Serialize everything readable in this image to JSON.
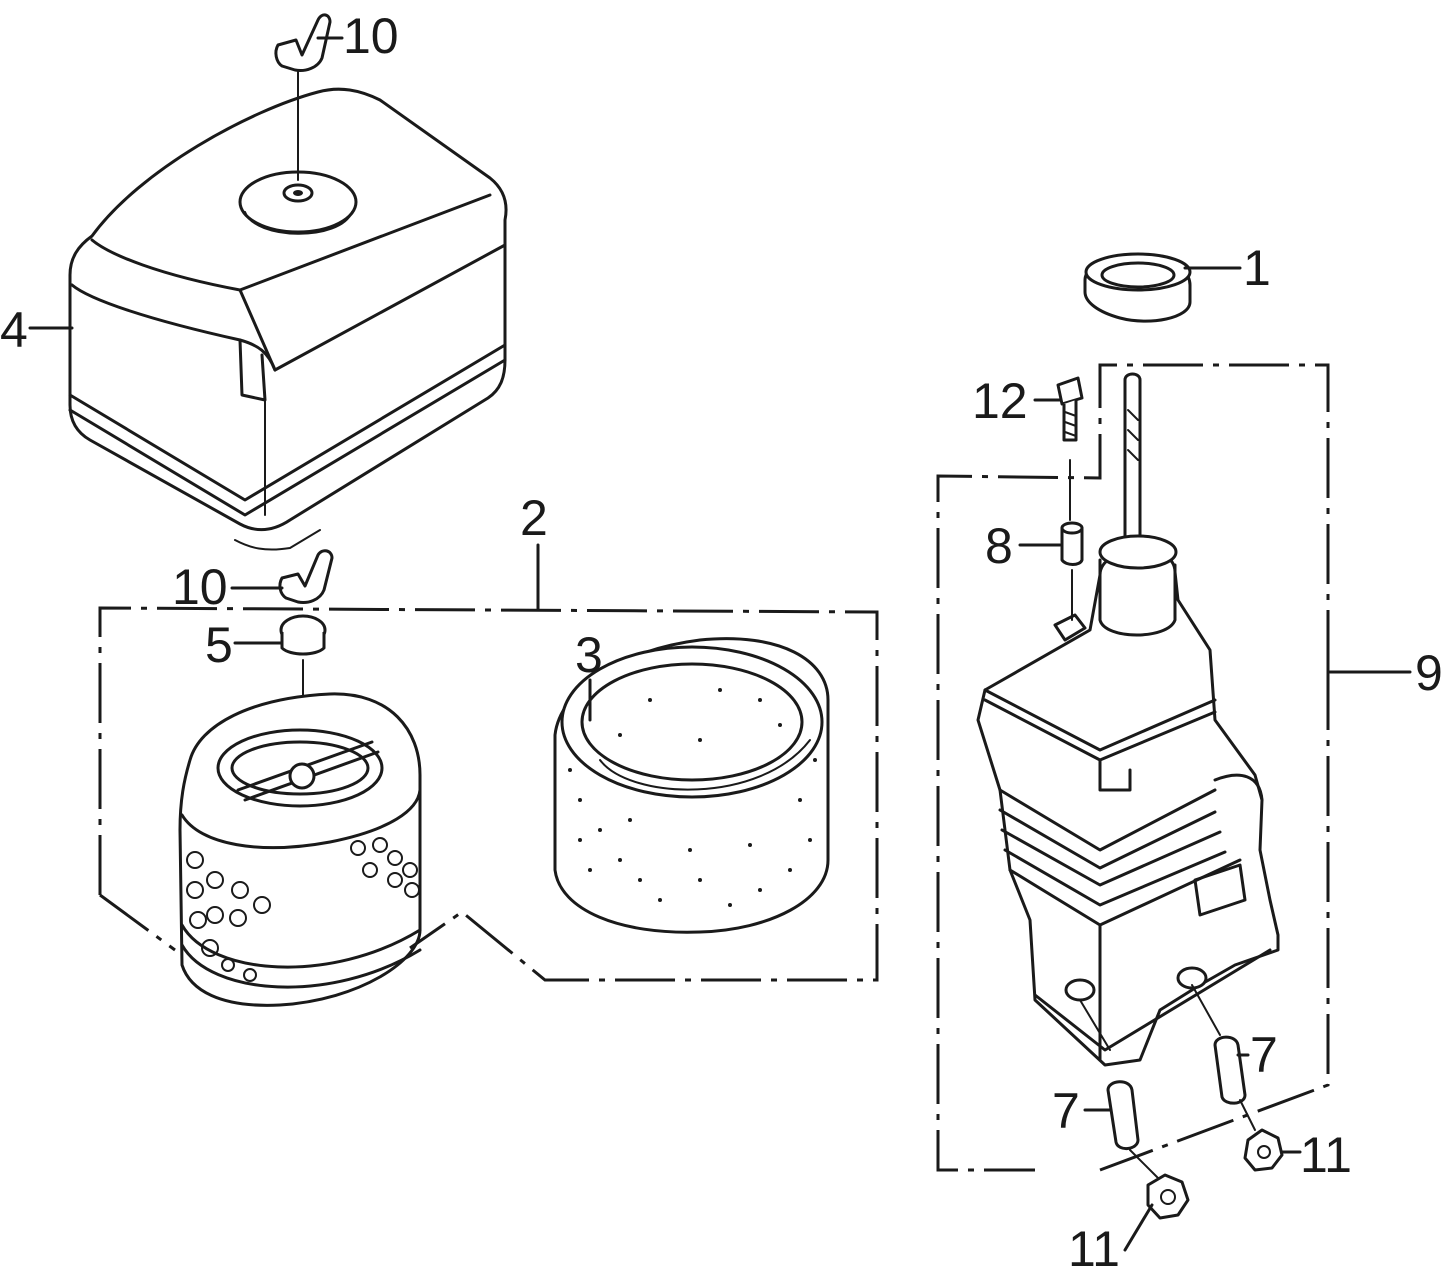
{
  "callouts": {
    "c1": "1",
    "c2": "2",
    "c3": "3",
    "c4": "4",
    "c5": "5",
    "c7a": "7",
    "c7b": "7",
    "c8": "8",
    "c9": "9",
    "c10a": "10",
    "c10b": "10",
    "c11a": "11",
    "c11b": "11",
    "c12": "12"
  },
  "colors": {
    "ink": "#1a1a1a",
    "paper": "#ffffff"
  }
}
